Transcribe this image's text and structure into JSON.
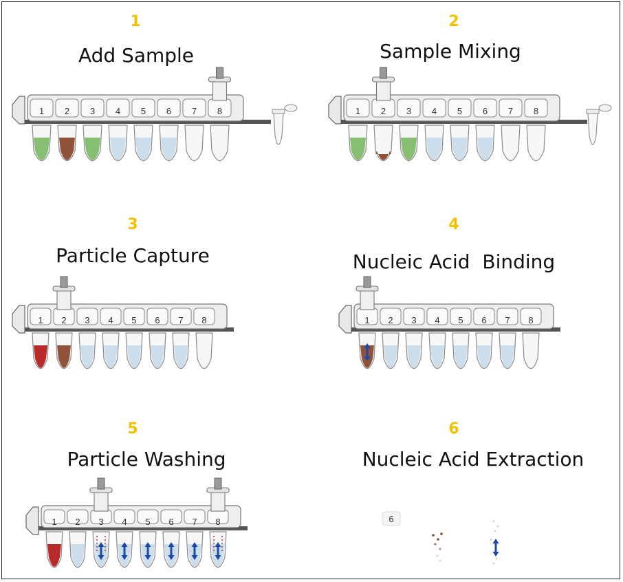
{
  "panels": [
    {
      "number": "1",
      "title": "Add Sample",
      "labels": [
        "1",
        "2",
        "3",
        "4",
        "5",
        "6",
        "7",
        "8"
      ],
      "fills": [
        "green",
        "brown",
        "green",
        "light",
        "light",
        "light",
        "empty",
        "empty"
      ],
      "plungers": [
        7
      ],
      "mixArrows": [],
      "extraTube": true
    },
    {
      "number": "2",
      "title": "Sample Mixing",
      "labels": [
        "1",
        "2",
        "3",
        "4",
        "5",
        "6",
        "7",
        "8"
      ],
      "fills": [
        "green",
        "brown-small",
        "green",
        "light",
        "light",
        "light",
        "empty",
        "empty"
      ],
      "plungers": [
        1
      ],
      "mixArrows": [],
      "extraTube": true
    },
    {
      "number": "3",
      "title": "Particle Capture",
      "labels": [
        "1",
        "2",
        "3",
        "4",
        "5",
        "6",
        "7",
        "8"
      ],
      "fills": [
        "red",
        "brown",
        "light",
        "light",
        "light",
        "light",
        "light",
        "empty"
      ],
      "plungers": [
        1
      ],
      "mixArrows": [],
      "extraTube": false
    },
    {
      "number": "4",
      "title": "Nucleic Acid  Binding",
      "labels": [
        "1",
        "2",
        "3",
        "4",
        "5",
        "6",
        "7",
        "8"
      ],
      "fills": [
        "brown",
        "light",
        "light",
        "light",
        "light",
        "light",
        "light",
        "empty"
      ],
      "plungers": [
        0
      ],
      "mixArrows": [
        0
      ],
      "extraTube": false
    },
    {
      "number": "5",
      "title": "Particle Washing",
      "labels": [
        "1",
        "2",
        "3",
        "4",
        "5",
        "6",
        "7",
        "8"
      ],
      "fills": [
        "red",
        "light",
        "light",
        "light",
        "light",
        "light",
        "light",
        "light"
      ],
      "plungers": [
        2,
        7
      ],
      "mixArrows": [
        2,
        3,
        4,
        5,
        6,
        7
      ],
      "extraTube": false
    },
    {
      "number": "6",
      "title": "Nucleic Acid Extraction",
      "fragmentLabel": "6"
    }
  ],
  "colors": {
    "number": "#f2c200",
    "green": "#7fba6a",
    "brown": "#8a4a2e",
    "red": "#b52020",
    "light": "#c9dbeb",
    "arrow": "#1a49a8"
  }
}
